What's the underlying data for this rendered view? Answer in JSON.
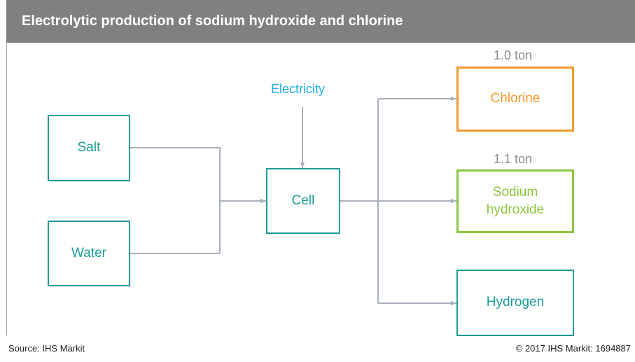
{
  "title": "Electrolytic production of sodium hydroxide and chlorine",
  "inputs": {
    "salt": "Salt",
    "water": "Water",
    "electricity": "Electricity"
  },
  "process": "Cell",
  "outputs": {
    "chlorine": {
      "label": "Chlorine",
      "quantity": "1.0 ton"
    },
    "sodium_hydroxide": {
      "label": "Sodium\nhydroxide",
      "quantity": "1.1 ton"
    },
    "hydrogen": {
      "label": "Hydrogen"
    }
  },
  "footer": {
    "source": "Source: IHS Markit",
    "copyright": "© 2017 IHS Markit: 1694887"
  },
  "colors": {
    "header_bg": "#808080",
    "teal": "#1a9c96",
    "orange": "#f39a2b",
    "green": "#8cc63e",
    "electricity": "#1eaee4",
    "connector": "#a9b1bc"
  }
}
